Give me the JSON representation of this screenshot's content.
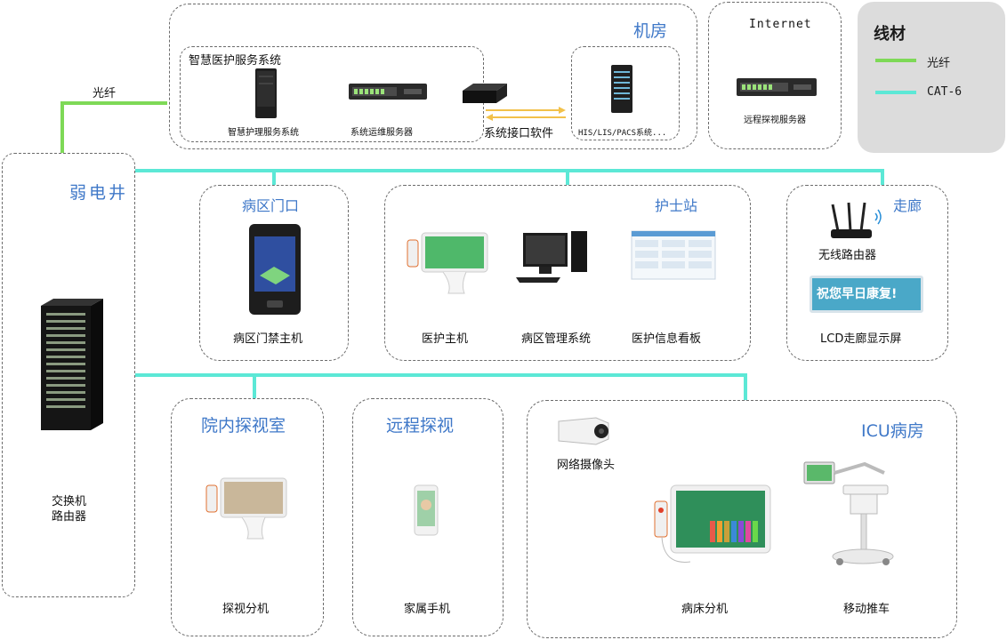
{
  "rooms": {
    "server_room": "机房",
    "internet": "Internet",
    "weak_current_well": "弱电井",
    "ward_entrance": "病区门口",
    "nurse_station": "护士站",
    "corridor": "走廊",
    "visiting_room": "院内探视室",
    "remote_visit": "远程探视",
    "icu": "ICU病房"
  },
  "labels": {
    "smart_care_system": "智慧医护服务系统",
    "smart_nursing_server": "智慧护理服务系统",
    "ops_server": "系统运维服务器",
    "interface_software": "系统接口软件",
    "his_system": "HIS/LIS/PACS系统...",
    "remote_visit_server": "远程探视服务器",
    "fiber_top": "光纤",
    "switch_router": "交换机\n路由器",
    "access_host": "病区门禁主机",
    "medical_host": "医护主机",
    "ward_mgmt": "病区管理系统",
    "info_board": "医护信息看板",
    "wireless_router": "无线路由器",
    "lcd_display": "LCD走廊显示屏",
    "lcd_text": "祝您早日康复!",
    "visit_terminal": "探视分机",
    "family_phone": "家属手机",
    "network_camera": "网络摄像头",
    "bedside_terminal": "病床分机",
    "mobile_cart": "移动推车"
  },
  "legend": {
    "title": "线材",
    "fiber": "光纤",
    "cat6": "CAT-6",
    "fiber_color": "#7ed957",
    "cat6_color": "#5ce8d6"
  },
  "colors": {
    "title_blue": "#3f78c8",
    "dashed_border": "#6b6b6b"
  }
}
